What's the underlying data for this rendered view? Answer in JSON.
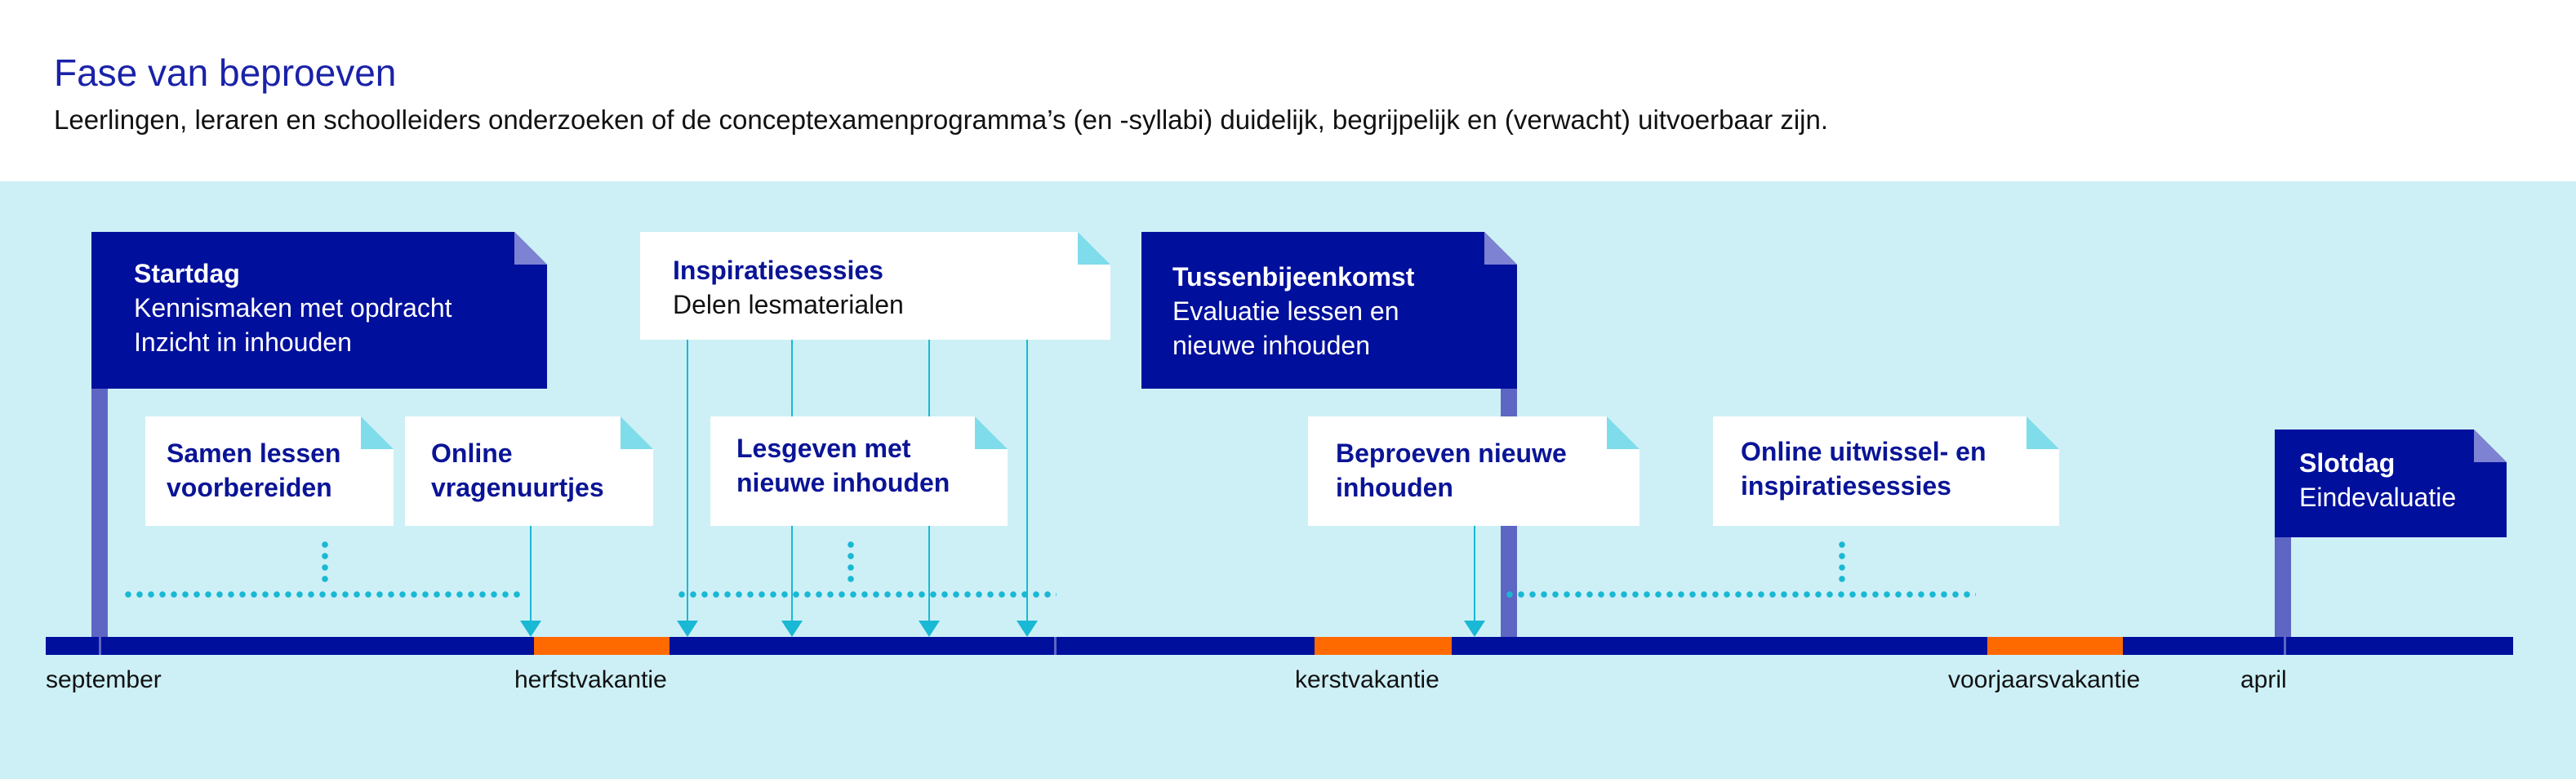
{
  "header": {
    "title": "Fase van beproeven",
    "subtitle": "Leerlingen, leraren en schoolleiders onderzoeken of de conceptexamenprogramma’s (en -syllabi) duidelijk, begrijpelijk en (verwacht) uitvoerbaar zijn."
  },
  "timeline": {
    "months": [
      "september",
      "herfstvakantie",
      "kerstvakantie",
      "voorjaarsvakantie",
      "april"
    ]
  },
  "milestones": {
    "startdag": {
      "title": "Startdag",
      "lines": [
        "Kennismaken met opdracht",
        "Inzicht in inhouden"
      ]
    },
    "tussen": {
      "title": "Tussenbijeenkomst",
      "lines": [
        "Evaluatie lessen en",
        "nieuwe inhouden"
      ]
    },
    "slotdag": {
      "title": "Slotdag",
      "lines": [
        "Eindevaluatie"
      ]
    }
  },
  "activities": {
    "inspiratie": {
      "title": "Inspiratiesessies",
      "lines": [
        "Delen lesmaterialen"
      ]
    },
    "samen": {
      "lines": [
        "Samen lessen",
        "voorbereiden"
      ]
    },
    "online": {
      "lines": [
        "Online",
        "vragenuurtjes"
      ]
    },
    "lesgeven": {
      "lines": [
        "Lesgeven met",
        "nieuwe inhouden"
      ]
    },
    "beproeven": {
      "lines": [
        "Beproeven nieuwe",
        "inhouden"
      ]
    },
    "uitwissel": {
      "lines": [
        "Online uitwissel- en",
        "inspiratiesessies"
      ]
    }
  },
  "colors": {
    "navy": "#000f9c",
    "orange": "#ff6a00",
    "cyan": "#19b8d4",
    "background": "#cdf0f6",
    "pole": "#5e66c4"
  }
}
